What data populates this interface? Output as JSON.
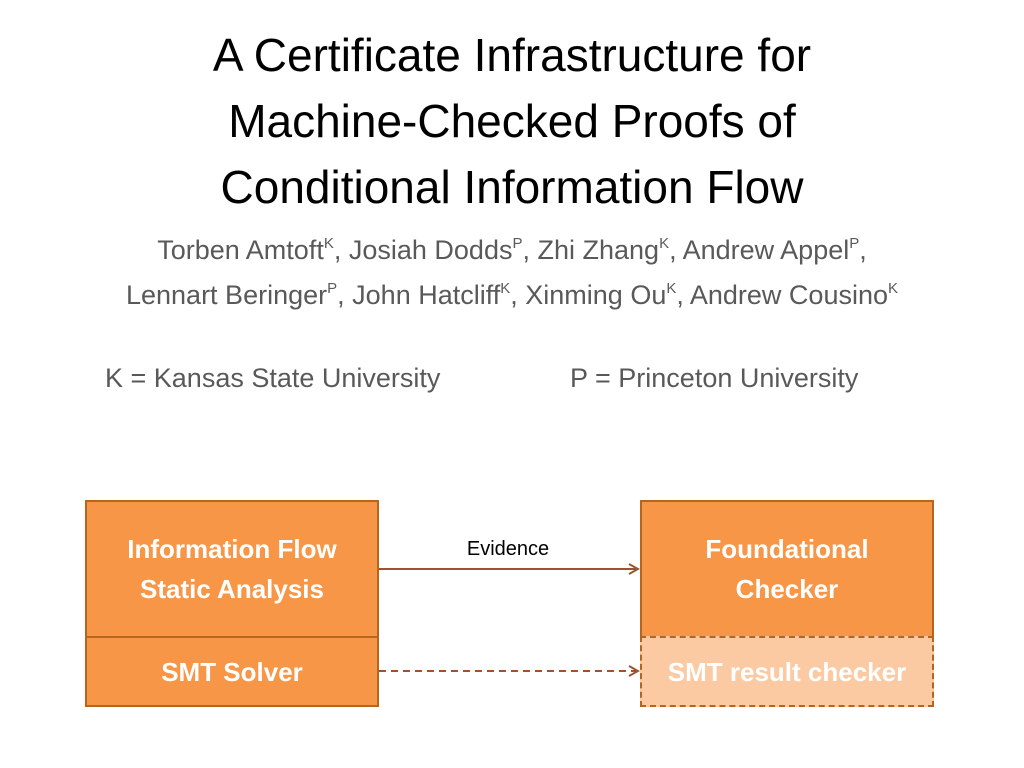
{
  "slide": {
    "title_lines": [
      "A Certificate Infrastructure for",
      "Machine-Checked Proofs of",
      "Conditional Information Flow"
    ],
    "authors": [
      {
        "name": "Torben Amtoft",
        "sup": "K",
        "sep": ", "
      },
      {
        "name": "Josiah Dodds",
        "sup": "P",
        "sep": ", "
      },
      {
        "name": "Zhi Zhang",
        "sup": "K",
        "sep": ", "
      },
      {
        "name": "Andrew Appel",
        "sup": "P",
        "sep": ","
      },
      {
        "name": "Lennart Beringer",
        "sup": "P",
        "sep": ", "
      },
      {
        "name": "John Hatcliff",
        "sup": "K",
        "sep": ", "
      },
      {
        "name": "Xinming Ou",
        "sup": "K",
        "sep": ", "
      },
      {
        "name": "Andrew Cousino",
        "sup": "K",
        "sep": ""
      }
    ],
    "affiliations": {
      "k": "K = Kansas State University",
      "p": "P = Princeton University"
    }
  },
  "diagram": {
    "info_flow_box": [
      "Information Flow",
      "Static Analysis"
    ],
    "smt_solver_box": "SMT Solver",
    "foundational_checker_box": [
      "Foundational",
      "Checker"
    ],
    "smt_result_checker_box": "SMT result checker",
    "evidence_label": "Evidence",
    "colors": {
      "box_fill": "#f79646",
      "box_border": "#b5651d",
      "light_box_fill": "#fbcaa2",
      "arrow": "#a0522d",
      "box_text": "#ffffff"
    }
  }
}
